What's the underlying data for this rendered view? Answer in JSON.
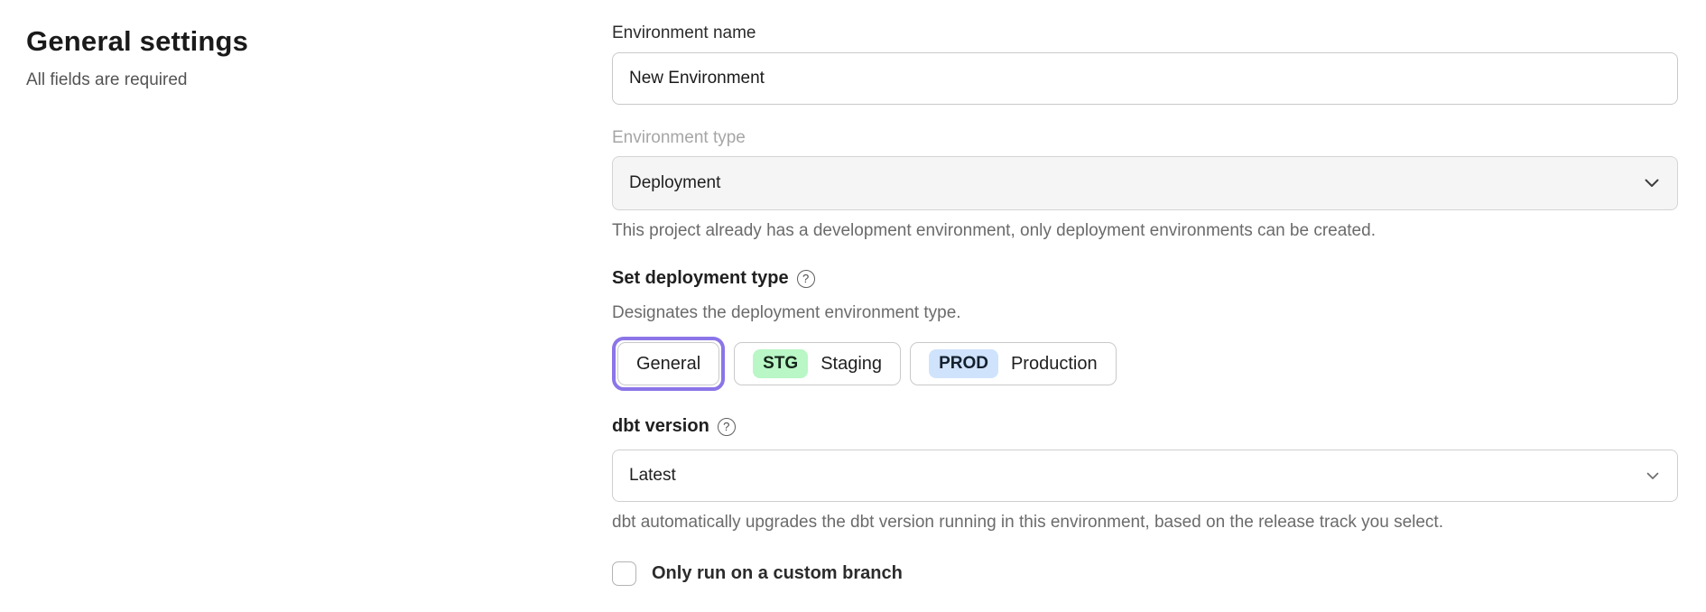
{
  "page": {
    "title": "General settings",
    "subtitle": "All fields are required"
  },
  "form": {
    "environment_name": {
      "label": "Environment name",
      "value": "New Environment"
    },
    "environment_type": {
      "label": "Environment type",
      "value": "Deployment",
      "disabled": true,
      "helper": "This project already has a development environment, only deployment environments can be created."
    },
    "deployment_type": {
      "label": "Set deployment type",
      "help_icon": "?",
      "description": "Designates the deployment environment type.",
      "options": [
        {
          "label": "General",
          "badge": "",
          "selected": true
        },
        {
          "label": "Staging",
          "badge": "STG",
          "selected": false
        },
        {
          "label": "Production",
          "badge": "PROD",
          "selected": false
        }
      ]
    },
    "dbt_version": {
      "label": "dbt version",
      "help_icon": "?",
      "value": "Latest",
      "helper": "dbt automatically upgrades the dbt version running in this environment, based on the release track you select."
    },
    "custom_branch": {
      "label": "Only run on a custom branch",
      "checked": false
    }
  },
  "colors": {
    "accent_purple": "#8b75e8",
    "badge_green": "#b9f7c6",
    "badge_blue": "#d0e3fc",
    "disabled_bg": "#f5f5f6",
    "border": "#c9c9c9",
    "helper_text": "#6b6b6b"
  }
}
